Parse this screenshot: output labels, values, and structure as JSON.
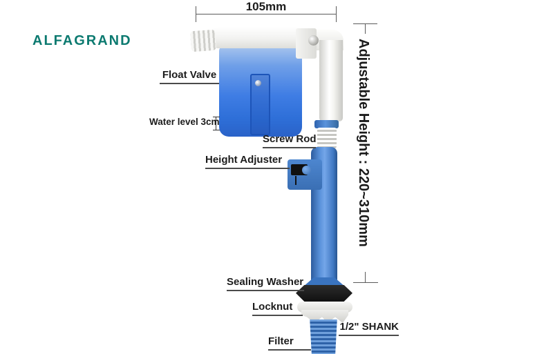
{
  "brand": {
    "name": "ALFAGRAND",
    "color": "#0c7a70"
  },
  "dimensions": {
    "top_width": "105mm",
    "right_height": "Adjustable Height : 220~310mm"
  },
  "part_labels": {
    "float_valve": "Float Valve",
    "water_level": "Water level 3cm",
    "screw_rod": "Screw Rod",
    "height_adjuster": "Height Adjuster",
    "sealing_washer": "Sealing Washer",
    "locknut": "Locknut",
    "shank": "1/2\" SHANK",
    "filter": "Filter"
  },
  "colors": {
    "brand_teal": "#0c7a70",
    "label_text": "#1c1c1c",
    "dimension_line": "#5a5a5a",
    "pipe_blue": "#3a74c0",
    "cup_blue": "#2e6fd8",
    "washer_black": "#141414",
    "locknut_white": "#ececea",
    "tube_white": "#f4f4f0"
  }
}
